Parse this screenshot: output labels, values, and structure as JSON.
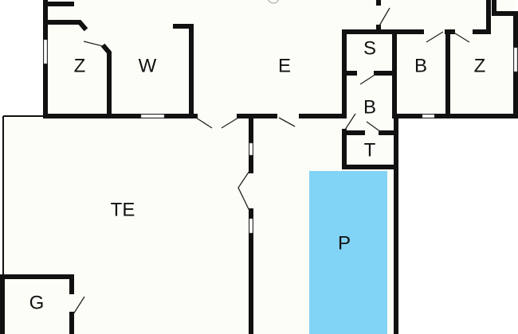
{
  "floorplan": {
    "rooms": [
      {
        "id": "z-left",
        "label": "Z"
      },
      {
        "id": "w",
        "label": "W"
      },
      {
        "id": "e",
        "label": "E"
      },
      {
        "id": "s",
        "label": "S"
      },
      {
        "id": "b-right",
        "label": "B"
      },
      {
        "id": "z-right",
        "label": "Z"
      },
      {
        "id": "b-center",
        "label": "B"
      },
      {
        "id": "t",
        "label": "T"
      },
      {
        "id": "te",
        "label": "TE"
      },
      {
        "id": "p",
        "label": "P"
      },
      {
        "id": "g",
        "label": "G"
      }
    ],
    "colors": {
      "floor": "#fdfdf7",
      "wall": "#111111",
      "pool": "#82d4f6"
    }
  }
}
